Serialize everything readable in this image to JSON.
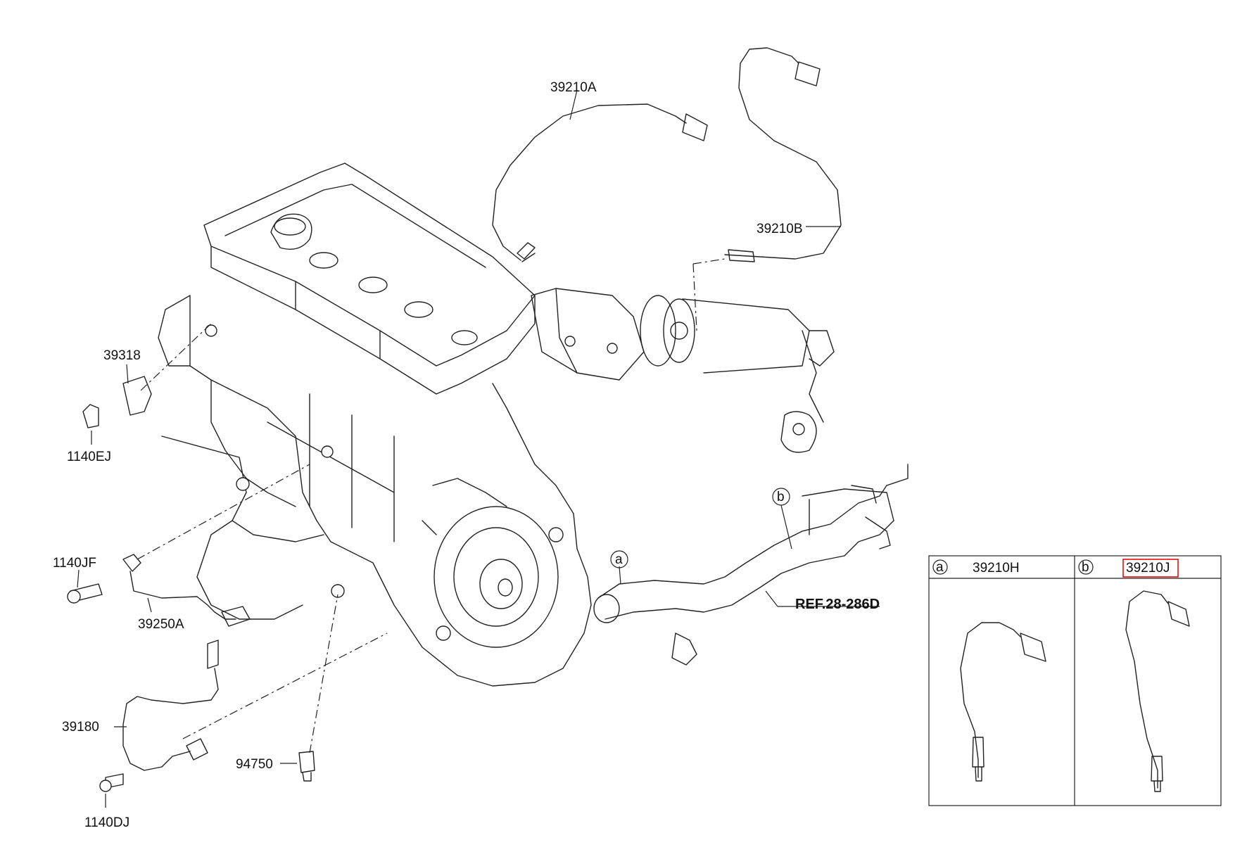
{
  "labels": {
    "l39210A": "39210A",
    "l39210B": "39210B",
    "l39318": "39318",
    "l1140EJ": "1140EJ",
    "l1140JF": "1140JF",
    "l39250A": "39250A",
    "l39180": "39180",
    "l1140DJ": "1140DJ",
    "l94750": "94750",
    "ref": "REF.28-286D",
    "callout_a": "a",
    "callout_b": "b"
  },
  "inset_table": {
    "col_a": {
      "marker": "a",
      "part": "39210H"
    },
    "col_b": {
      "marker": "b",
      "part": "39210J"
    }
  },
  "colors": {
    "line": "#222222",
    "highlight": "#e01010"
  }
}
